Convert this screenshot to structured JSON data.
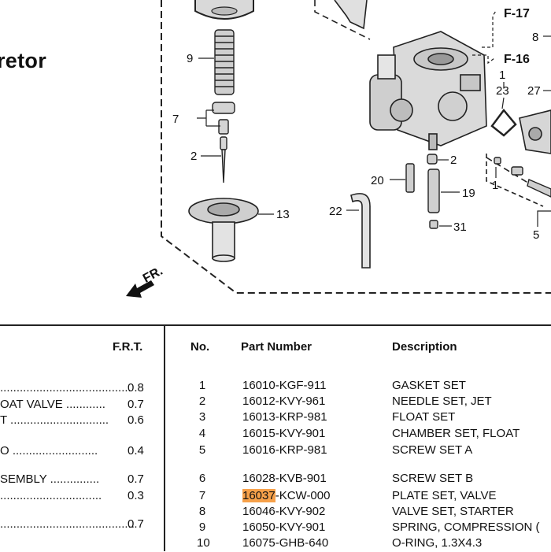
{
  "title": "retor",
  "diagram": {
    "callouts": [
      "9",
      "7",
      "2",
      "13",
      "F-17",
      "8",
      "F-16",
      "1",
      "23",
      "27",
      "2",
      "20",
      "19",
      "22",
      "31",
      "1",
      "5"
    ],
    "direction_label": "FR."
  },
  "table": {
    "headers": {
      "frt": "F.R.T.",
      "no": "No.",
      "part_number": "Part Number",
      "description": "Description"
    },
    "labor": [
      {
        "text": "........................................",
        "frt": "0.8"
      },
      {
        "text": "OAT VALVE ............",
        "frt": "0.7"
      },
      {
        "text": "T ..............................",
        "frt": "0.6"
      },
      {
        "text": "O ..........................",
        "frt": "0.4"
      },
      {
        "text": "SEMBLY ...............",
        "frt": "0.7"
      },
      {
        "text": "...............................",
        "frt": "0.3"
      },
      {
        "text": ".........................................",
        "frt": "0.7"
      }
    ],
    "parts": [
      {
        "no": "1",
        "pn_prefix": "",
        "pn_highlight": "",
        "pn_rest": "16010-KGF-911",
        "desc": "GASKET SET"
      },
      {
        "no": "2",
        "pn_prefix": "",
        "pn_highlight": "",
        "pn_rest": "16012-KVY-961",
        "desc": "NEEDLE SET, JET"
      },
      {
        "no": "3",
        "pn_prefix": "",
        "pn_highlight": "",
        "pn_rest": "16013-KRP-981",
        "desc": "FLOAT SET"
      },
      {
        "no": "4",
        "pn_prefix": "",
        "pn_highlight": "",
        "pn_rest": "16015-KVY-901",
        "desc": "CHAMBER SET, FLOAT"
      },
      {
        "no": "5",
        "pn_prefix": "",
        "pn_highlight": "",
        "pn_rest": "16016-KRP-981",
        "desc": "SCREW SET A"
      },
      {
        "no": "6",
        "pn_prefix": "",
        "pn_highlight": "",
        "pn_rest": "16028-KVB-901",
        "desc": "SCREW SET B"
      },
      {
        "no": "7",
        "pn_prefix": "",
        "pn_highlight": "16037",
        "pn_rest": "-KCW-000",
        "desc": "PLATE SET, VALVE"
      },
      {
        "no": "8",
        "pn_prefix": "",
        "pn_highlight": "",
        "pn_rest": "16046-KVY-902",
        "desc": "VALVE SET, STARTER"
      },
      {
        "no": "9",
        "pn_prefix": "",
        "pn_highlight": "",
        "pn_rest": "16050-KVY-901",
        "desc": "SPRING, COMPRESSION ("
      },
      {
        "no": "10",
        "pn_prefix": "",
        "pn_highlight": "",
        "pn_rest": "16075-GHB-640",
        "desc": "O-RING, 1.3X4.3"
      }
    ]
  }
}
